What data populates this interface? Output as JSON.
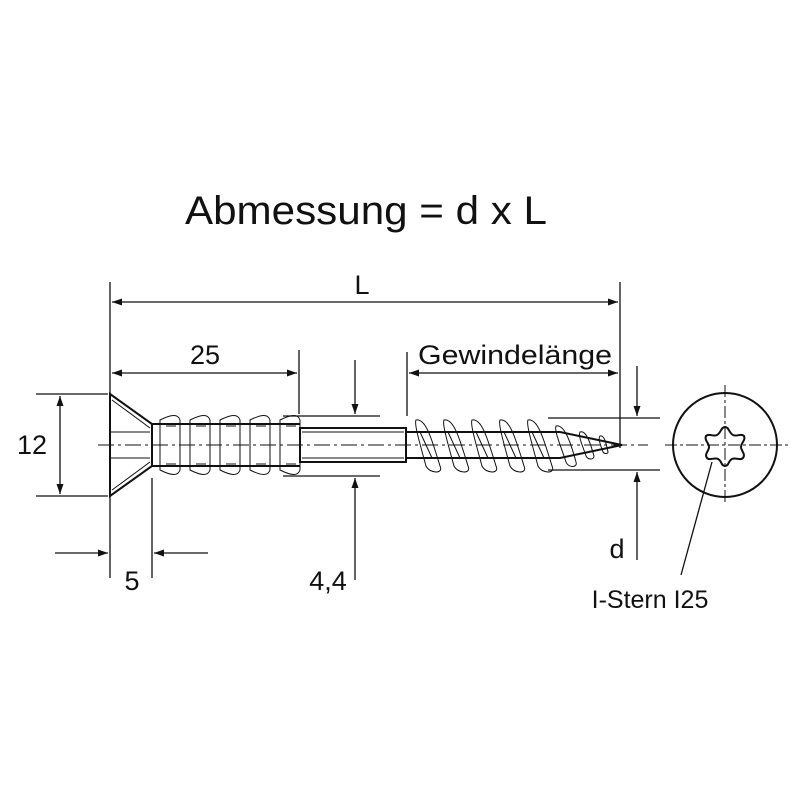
{
  "title": "Abmessung = d x L",
  "dimensions": {
    "total_length": "L",
    "unthreaded_length": "25",
    "thread_length": "Gewindelänge",
    "head_diameter": "12",
    "head_height": "5",
    "shank_diameter": "4,4",
    "thread_diameter": "d"
  },
  "drive": {
    "label": "I-Stern I25",
    "icon": "torx-star-icon"
  },
  "colors": {
    "line": "#111111",
    "background": "#ffffff"
  }
}
